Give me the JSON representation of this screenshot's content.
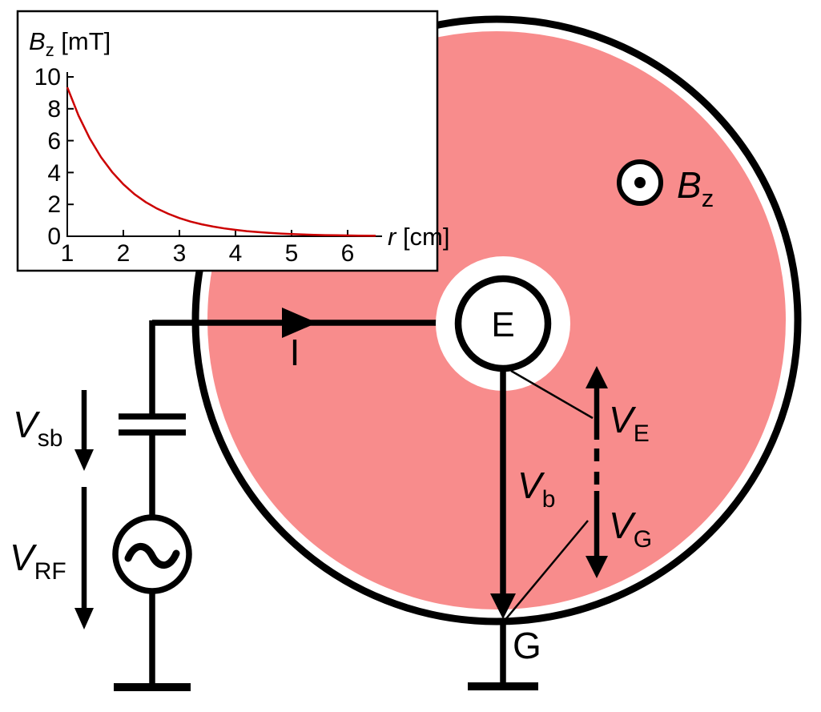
{
  "colors": {
    "plasma": "#f88c8c",
    "curve_red": "#cc0000",
    "ink": "#000000",
    "background": "#ffffff"
  },
  "inset_chart": {
    "ylabel": {
      "main": "B",
      "sub": "z",
      "unit": " [mT]"
    },
    "xlabel": {
      "main": "r",
      "unit": " [cm]"
    },
    "y_ticks": [
      "0",
      "2",
      "4",
      "6",
      "8",
      "10"
    ],
    "x_ticks": [
      "1",
      "2",
      "3",
      "4",
      "5",
      "6"
    ]
  },
  "chart_data": {
    "type": "line",
    "title": "",
    "xlabel": "r [cm]",
    "ylabel": "B_z [mT]",
    "xlim": [
      1,
      6.9
    ],
    "ylim": [
      0,
      10.5
    ],
    "grid": false,
    "legend": false,
    "x": [
      1.0,
      1.2,
      1.4,
      1.6,
      1.8,
      2.0,
      2.2,
      2.4,
      2.6,
      2.8,
      3.0,
      3.2,
      3.4,
      3.6,
      3.8,
      4.0,
      4.2,
      4.4,
      4.6,
      4.8,
      5.0,
      5.2,
      5.4,
      5.6,
      5.8,
      6.0,
      6.2,
      6.4,
      6.5
    ],
    "values": [
      9.35,
      7.58,
      6.14,
      4.97,
      4.03,
      3.26,
      2.64,
      2.14,
      1.74,
      1.41,
      1.14,
      0.92,
      0.75,
      0.61,
      0.49,
      0.4,
      0.32,
      0.26,
      0.21,
      0.17,
      0.14,
      0.11,
      0.09,
      0.07,
      0.06,
      0.05,
      0.04,
      0.03,
      0.03
    ]
  },
  "diagram": {
    "electrode_label": "E",
    "ground_label": "G",
    "current_label": "I",
    "bz_field": {
      "main": "B",
      "sub": "z"
    },
    "v_sb": {
      "main": "V",
      "sub": "sb"
    },
    "v_rf": {
      "main": "V",
      "sub": "RF"
    },
    "v_b": {
      "main": "V",
      "sub": "b"
    },
    "v_e": {
      "main": "V",
      "sub": "E"
    },
    "v_g": {
      "main": "V",
      "sub": "G"
    }
  }
}
